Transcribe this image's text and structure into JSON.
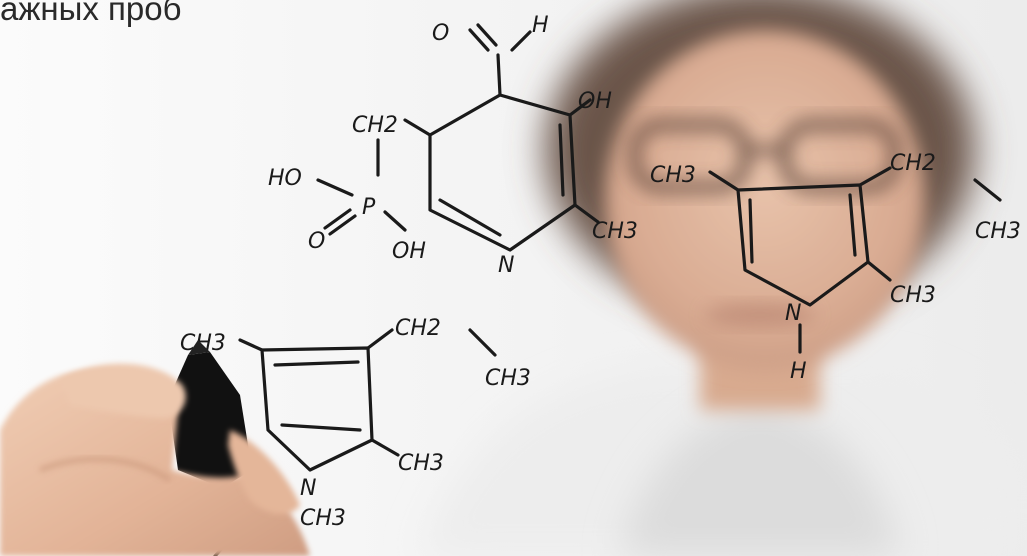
{
  "caption": {
    "text": "ажных проб"
  },
  "formula_labels": [
    "O",
    "H",
    "OH",
    "CH2",
    "HO",
    "P",
    "O",
    "OH",
    "N",
    "CH3",
    "CH3",
    "CH2",
    "CH3",
    "N",
    "H",
    "CH3",
    "CH3",
    "CH2",
    "CH3",
    "CH3",
    "N",
    "CH3"
  ],
  "colors": {
    "ink": "#1a1a1a",
    "background": "#f6f6f6",
    "skin": "#e9c2a6",
    "coat": "#eeeeee",
    "hair": "#6b5448",
    "marker": "#111111"
  }
}
